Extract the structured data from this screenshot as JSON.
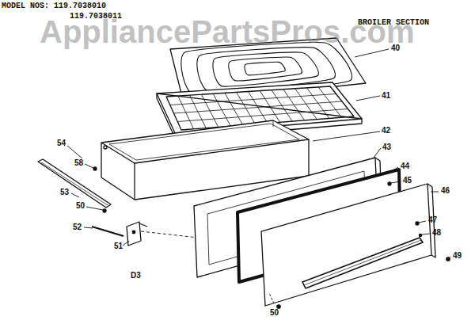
{
  "diagram": {
    "labels": [
      "MODEL NOS: 119.7038010",
      "119.7038011",
      "AppliancePartsPros.com",
      "BROILER SECTION",
      "40",
      "41",
      "54",
      "42",
      "43",
      "58",
      "44",
      "45",
      "46",
      "53",
      "50",
      "47",
      "48",
      "52",
      "49",
      "51",
      "D3",
      "50"
    ]
  }
}
